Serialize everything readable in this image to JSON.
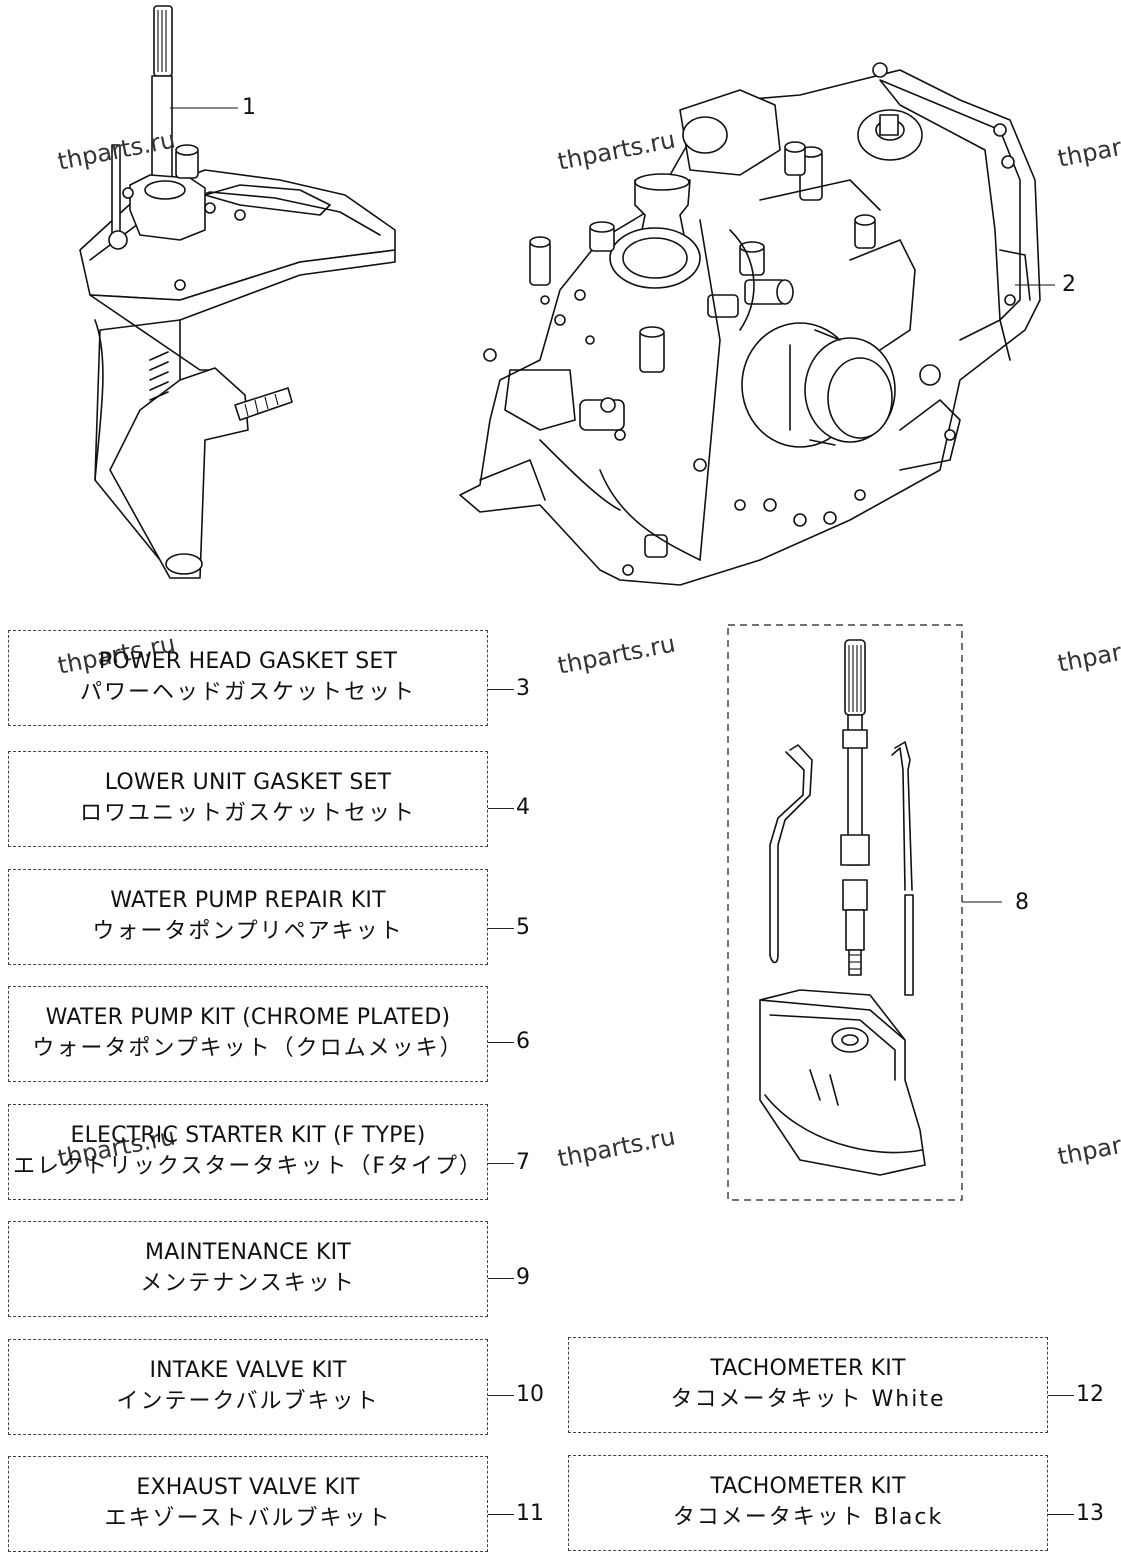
{
  "watermarks": [
    {
      "text": "thparts.ru"
    },
    {
      "text": "thparts.ru"
    },
    {
      "text": "thpart"
    },
    {
      "text": "thparts.ru"
    },
    {
      "text": "thparts.ru"
    },
    {
      "text": "thpart"
    },
    {
      "text": "thparts.ru"
    },
    {
      "text": "thparts.ru"
    },
    {
      "text": "thpart"
    }
  ],
  "callouts": {
    "p1": "1",
    "p2": "2",
    "p3": "3",
    "p4": "4",
    "p5": "5",
    "p6": "6",
    "p7": "7",
    "p8": "8",
    "p9": "9",
    "p10": "10",
    "p11": "11",
    "p12": "12",
    "p13": "13"
  },
  "kits": [
    {
      "en": "POWER HEAD GASKET SET",
      "jp": "パワーヘッドガスケットセット"
    },
    {
      "en": "LOWER UNIT GASKET SET",
      "jp": "ロワユニットガスケットセット"
    },
    {
      "en": "WATER PUMP REPAIR KIT",
      "jp": "ウォータポンプリペアキット"
    },
    {
      "en": "WATER PUMP KIT (CHROME PLATED)",
      "jp": "ウォータポンプキット（クロムメッキ）"
    },
    {
      "en": "ELECTRIC STARTER KIT (F TYPE)",
      "jp": "エレクトリックスタータキット（Fタイプ）"
    },
    {
      "en": "MAINTENANCE KIT",
      "jp": "メンテナンスキット"
    },
    {
      "en": "INTAKE VALVE KIT",
      "jp": "インテークバルブキット"
    },
    {
      "en": "EXHAUST VALVE KIT",
      "jp": "エキゾーストバルブキット"
    },
    {
      "en": "TACHOMETER KIT",
      "jp": "タコメータキット White"
    },
    {
      "en": "TACHOMETER KIT",
      "jp": "タコメータキット Black"
    }
  ]
}
